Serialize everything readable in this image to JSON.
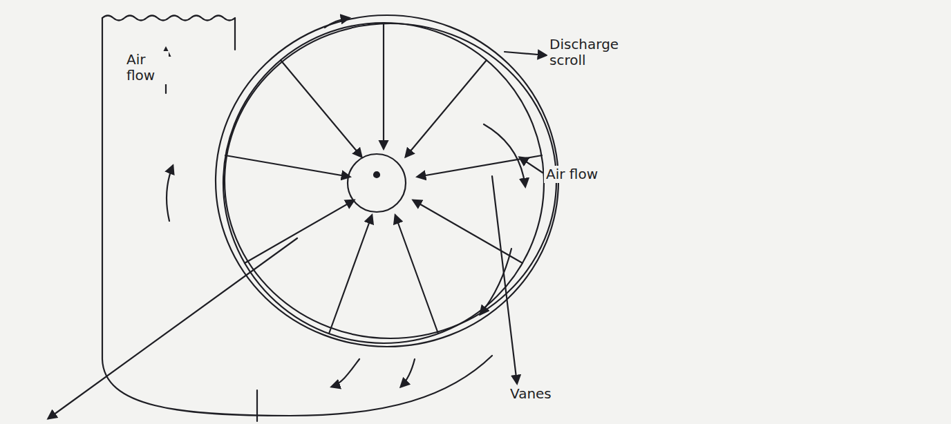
{
  "diagram": {
    "labels": [
      "Air flow",
      "Discharge scroll",
      "Air flow",
      "Vanes"
    ]
  }
}
